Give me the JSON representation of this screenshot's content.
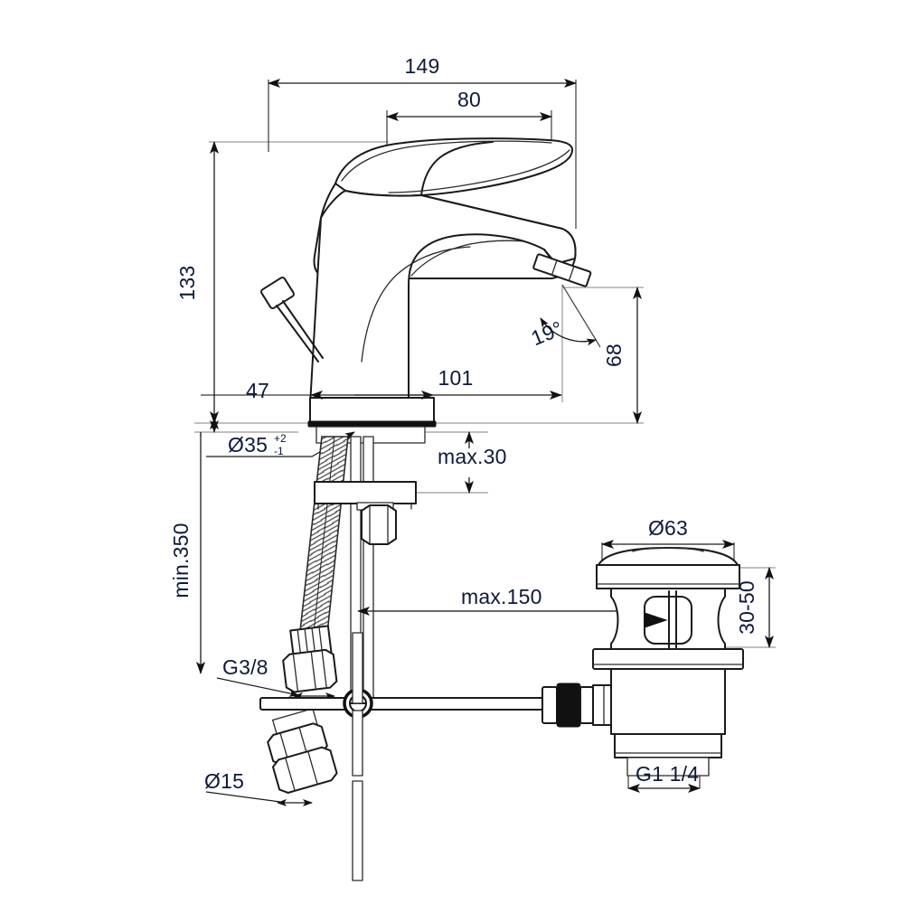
{
  "drawing": {
    "title": "Single lever basin mixer technical dimension drawing",
    "units": "mm",
    "text_color": "#0d1a3a",
    "line_color": "#1a1a1a",
    "extension_color": "#9a9a9a",
    "background": "#ffffff"
  },
  "dimensions": {
    "overall_width": "149",
    "lever_width": "80",
    "overall_height": "133",
    "body_base_width": "47",
    "spout_reach": "101",
    "spout_height": "68",
    "aerator_angle": "19°",
    "hole_diameter": "Ø35",
    "hole_tol_plus": "+2",
    "hole_tol_minus": "-1",
    "deck_thickness": "max.30",
    "hose_length": "min.350",
    "inlet_thread": "G3/8",
    "inlet_tube_diameter": "Ø15",
    "rod_reach": "max.150",
    "waste_flange_diameter": "Ø63",
    "waste_deck_range": "30-50",
    "waste_thread": "G1 1/4"
  },
  "labels": [
    {
      "id": "overall-width",
      "text": "149"
    },
    {
      "id": "lever-width",
      "text": "80"
    },
    {
      "id": "overall-height",
      "text": "133"
    },
    {
      "id": "base-width",
      "text": "47"
    },
    {
      "id": "spout-reach",
      "text": "101"
    },
    {
      "id": "spout-height",
      "text": "68"
    },
    {
      "id": "aerator-angle",
      "text": "19°"
    },
    {
      "id": "hole-diameter",
      "text": "Ø35"
    },
    {
      "id": "deck-thickness",
      "text": "max.30"
    },
    {
      "id": "hose-length",
      "text": "min.350"
    },
    {
      "id": "inlet-thread",
      "text": "G3/8"
    },
    {
      "id": "inlet-tube-diameter",
      "text": "Ø15"
    },
    {
      "id": "rod-reach",
      "text": "max.150"
    },
    {
      "id": "waste-flange-diameter",
      "text": "Ø63"
    },
    {
      "id": "waste-deck-range",
      "text": "30-50"
    },
    {
      "id": "waste-thread",
      "text": "G1 1/4"
    }
  ]
}
